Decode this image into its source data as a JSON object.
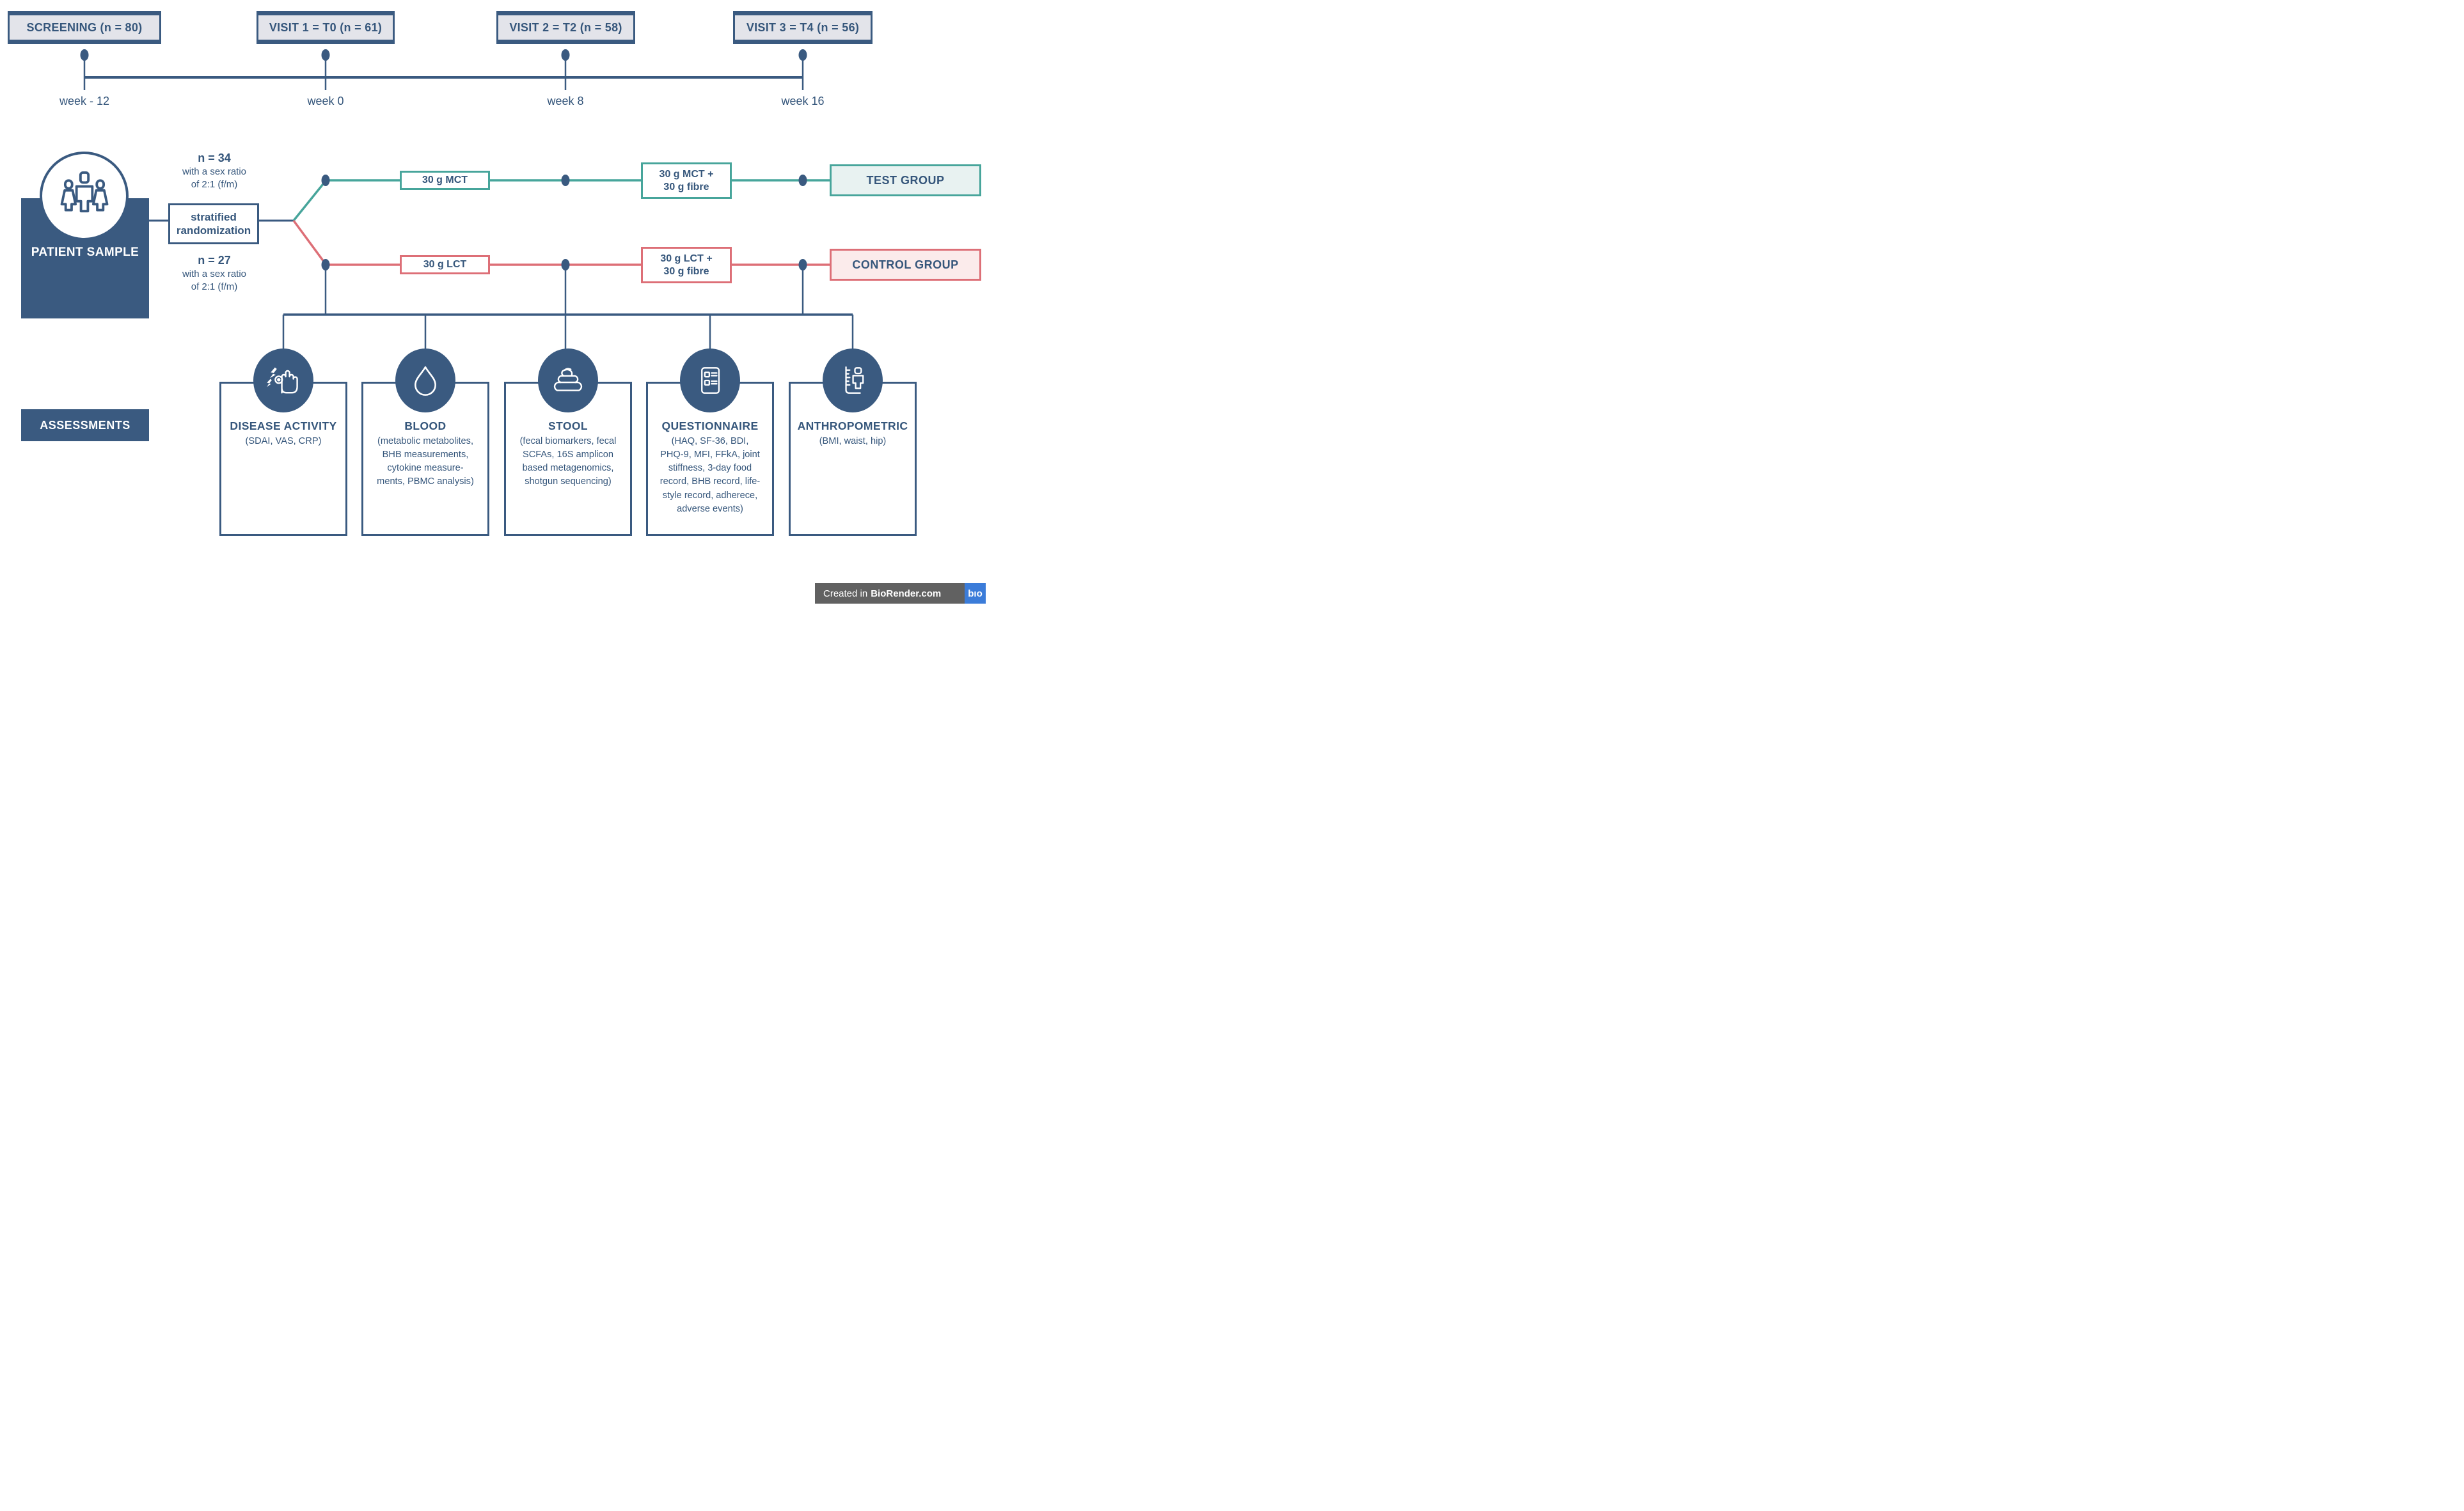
{
  "timeline": {
    "visits": [
      {
        "label": "SCREENING (n = 80)",
        "week": "week - 12"
      },
      {
        "label": "VISIT 1 = T0 (n = 61)",
        "week": "week 0"
      },
      {
        "label": "VISIT 2 = T2 (n = 58)",
        "week": "week 8"
      },
      {
        "label": "VISIT 3 = T4 (n = 56)",
        "week": "week 16"
      }
    ]
  },
  "patient_sample": {
    "label": "PATIENT SAMPLE"
  },
  "randomization": {
    "lines": [
      "stratified",
      "randomization"
    ]
  },
  "arms": {
    "test": {
      "n": "n = 34",
      "ratio": [
        "with a sex ratio",
        "of 2:1 (f/m)"
      ],
      "intervention": "30 g MCT",
      "intervention_plus": [
        "30 g MCT +",
        "30 g fibre"
      ],
      "group": "TEST GROUP"
    },
    "control": {
      "n": "n = 27",
      "ratio": [
        "with a sex ratio",
        "of 2:1 (f/m)"
      ],
      "intervention": "30 g LCT",
      "intervention_plus": [
        "30 g LCT +",
        "30 g fibre"
      ],
      "group": "CONTROL GROUP"
    }
  },
  "assessments": {
    "label": "ASSESSMENTS",
    "items": [
      {
        "icon": "pain-hand-icon",
        "title": "DISEASE ACTIVITY",
        "details": [
          "(SDAI, VAS, CRP)"
        ]
      },
      {
        "icon": "blood-drop-icon",
        "title": "BLOOD",
        "details": [
          "(metabolic metabolites,",
          "BHB measurements,",
          "cytokine measure-",
          "ments, PBMC analysis)"
        ]
      },
      {
        "icon": "stool-icon",
        "title": "STOOL",
        "details": [
          "(fecal biomarkers, fecal",
          "SCFAs, 16S amplicon",
          "based metagenomics,",
          "shotgun sequencing)"
        ]
      },
      {
        "icon": "questionnaire-icon",
        "title": "QUESTIONNAIRE",
        "details": [
          "(HAQ, SF-36, BDI,",
          "PHQ-9, MFI, FFkA, joint",
          "stiffness, 3-day food",
          "record, BHB record, life-",
          "style record, adherece,",
          "adverse events)"
        ]
      },
      {
        "icon": "body-measure-icon",
        "title": "ANTHROPOMETRIC",
        "details": [
          "(BMI, waist, hip)"
        ]
      }
    ]
  },
  "badge": {
    "prefix": "Created in",
    "brand": "BioRender.com",
    "logo": "bıo"
  },
  "colors": {
    "dark_blue": "#3A5A80",
    "ink": "#35567B",
    "box_fill": "#E3E4EA",
    "teal": "#47A59B",
    "teal_fill": "#E8F2F1",
    "salmon": "#DD6F77",
    "salmon_fill": "#FBEBEB",
    "badge_gray": "#616161",
    "badge_blue": "#3B7CD9"
  }
}
